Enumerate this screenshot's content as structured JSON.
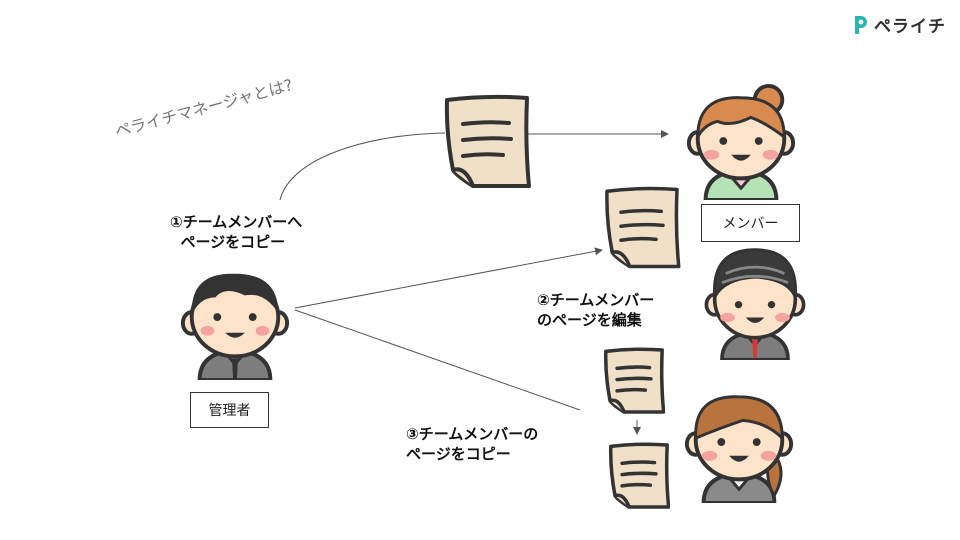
{
  "logo": {
    "name": "ペライチ",
    "brand_color": "#2bb5b2"
  },
  "tagline": "ペライチマネージャとは?",
  "steps": {
    "step1": "①チームメンバーへ\n  ページをコピー",
    "step2": "②チームメンバー\nのページを編集",
    "step3": "③チームメンバーの\nページをコピー"
  },
  "labels": {
    "member": "メンバー",
    "manager": "管理者"
  },
  "colors": {
    "paper": "#f0e0c8",
    "line": "#555555",
    "skin": "#fde3c9",
    "cheek": "#f5a3a0"
  }
}
